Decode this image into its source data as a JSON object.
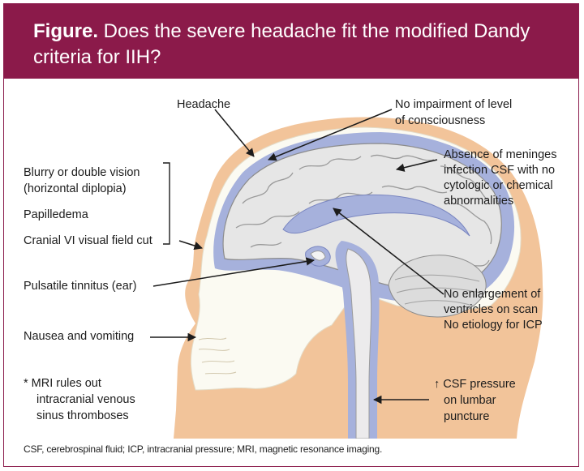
{
  "figure": {
    "title_lead": "Figure.",
    "title_text": " Does the severe headache fit the modified Dandy criteria for IIH?",
    "labels": {
      "headache": "Headache",
      "consciousness_1": "No impairment of level",
      "consciousness_2": "of consciousness",
      "meninges_1": "Absence of meninges",
      "meninges_2": "infection CSF with no",
      "meninges_3": "cytologic or chemical",
      "meninges_4": "abnormalities",
      "vision_1": "Blurry or double vision",
      "vision_2": "(horizontal diplopia)",
      "papilledema": "Papilledema",
      "cranial": "Cranial VI visual field cut",
      "tinnitus": "Pulsatile tinnitus (ear)",
      "ventricles_1": "No enlargement of",
      "ventricles_2": "ventricles on scan",
      "ventricles_3": "No etiology for ICP",
      "nausea": "Nausea and vomiting",
      "mri_1": "*  MRI rules out",
      "mri_2": "intracranial venous",
      "mri_3": "sinus thromboses",
      "csf_1": "↑ CSF pressure",
      "csf_2": "on lumbar",
      "csf_3": "puncture"
    },
    "footnote": "CSF, cerebrospinal fluid; ICP, intracranial pressure; MRI, magnetic resonance imaging."
  },
  "colors": {
    "banner": "#8b1a4a",
    "skin": "#f2c49a",
    "skull": "#fbfaf2",
    "csf": "#a6b1dc",
    "brain": "#e6e6e6",
    "spine": "#ecebec"
  }
}
